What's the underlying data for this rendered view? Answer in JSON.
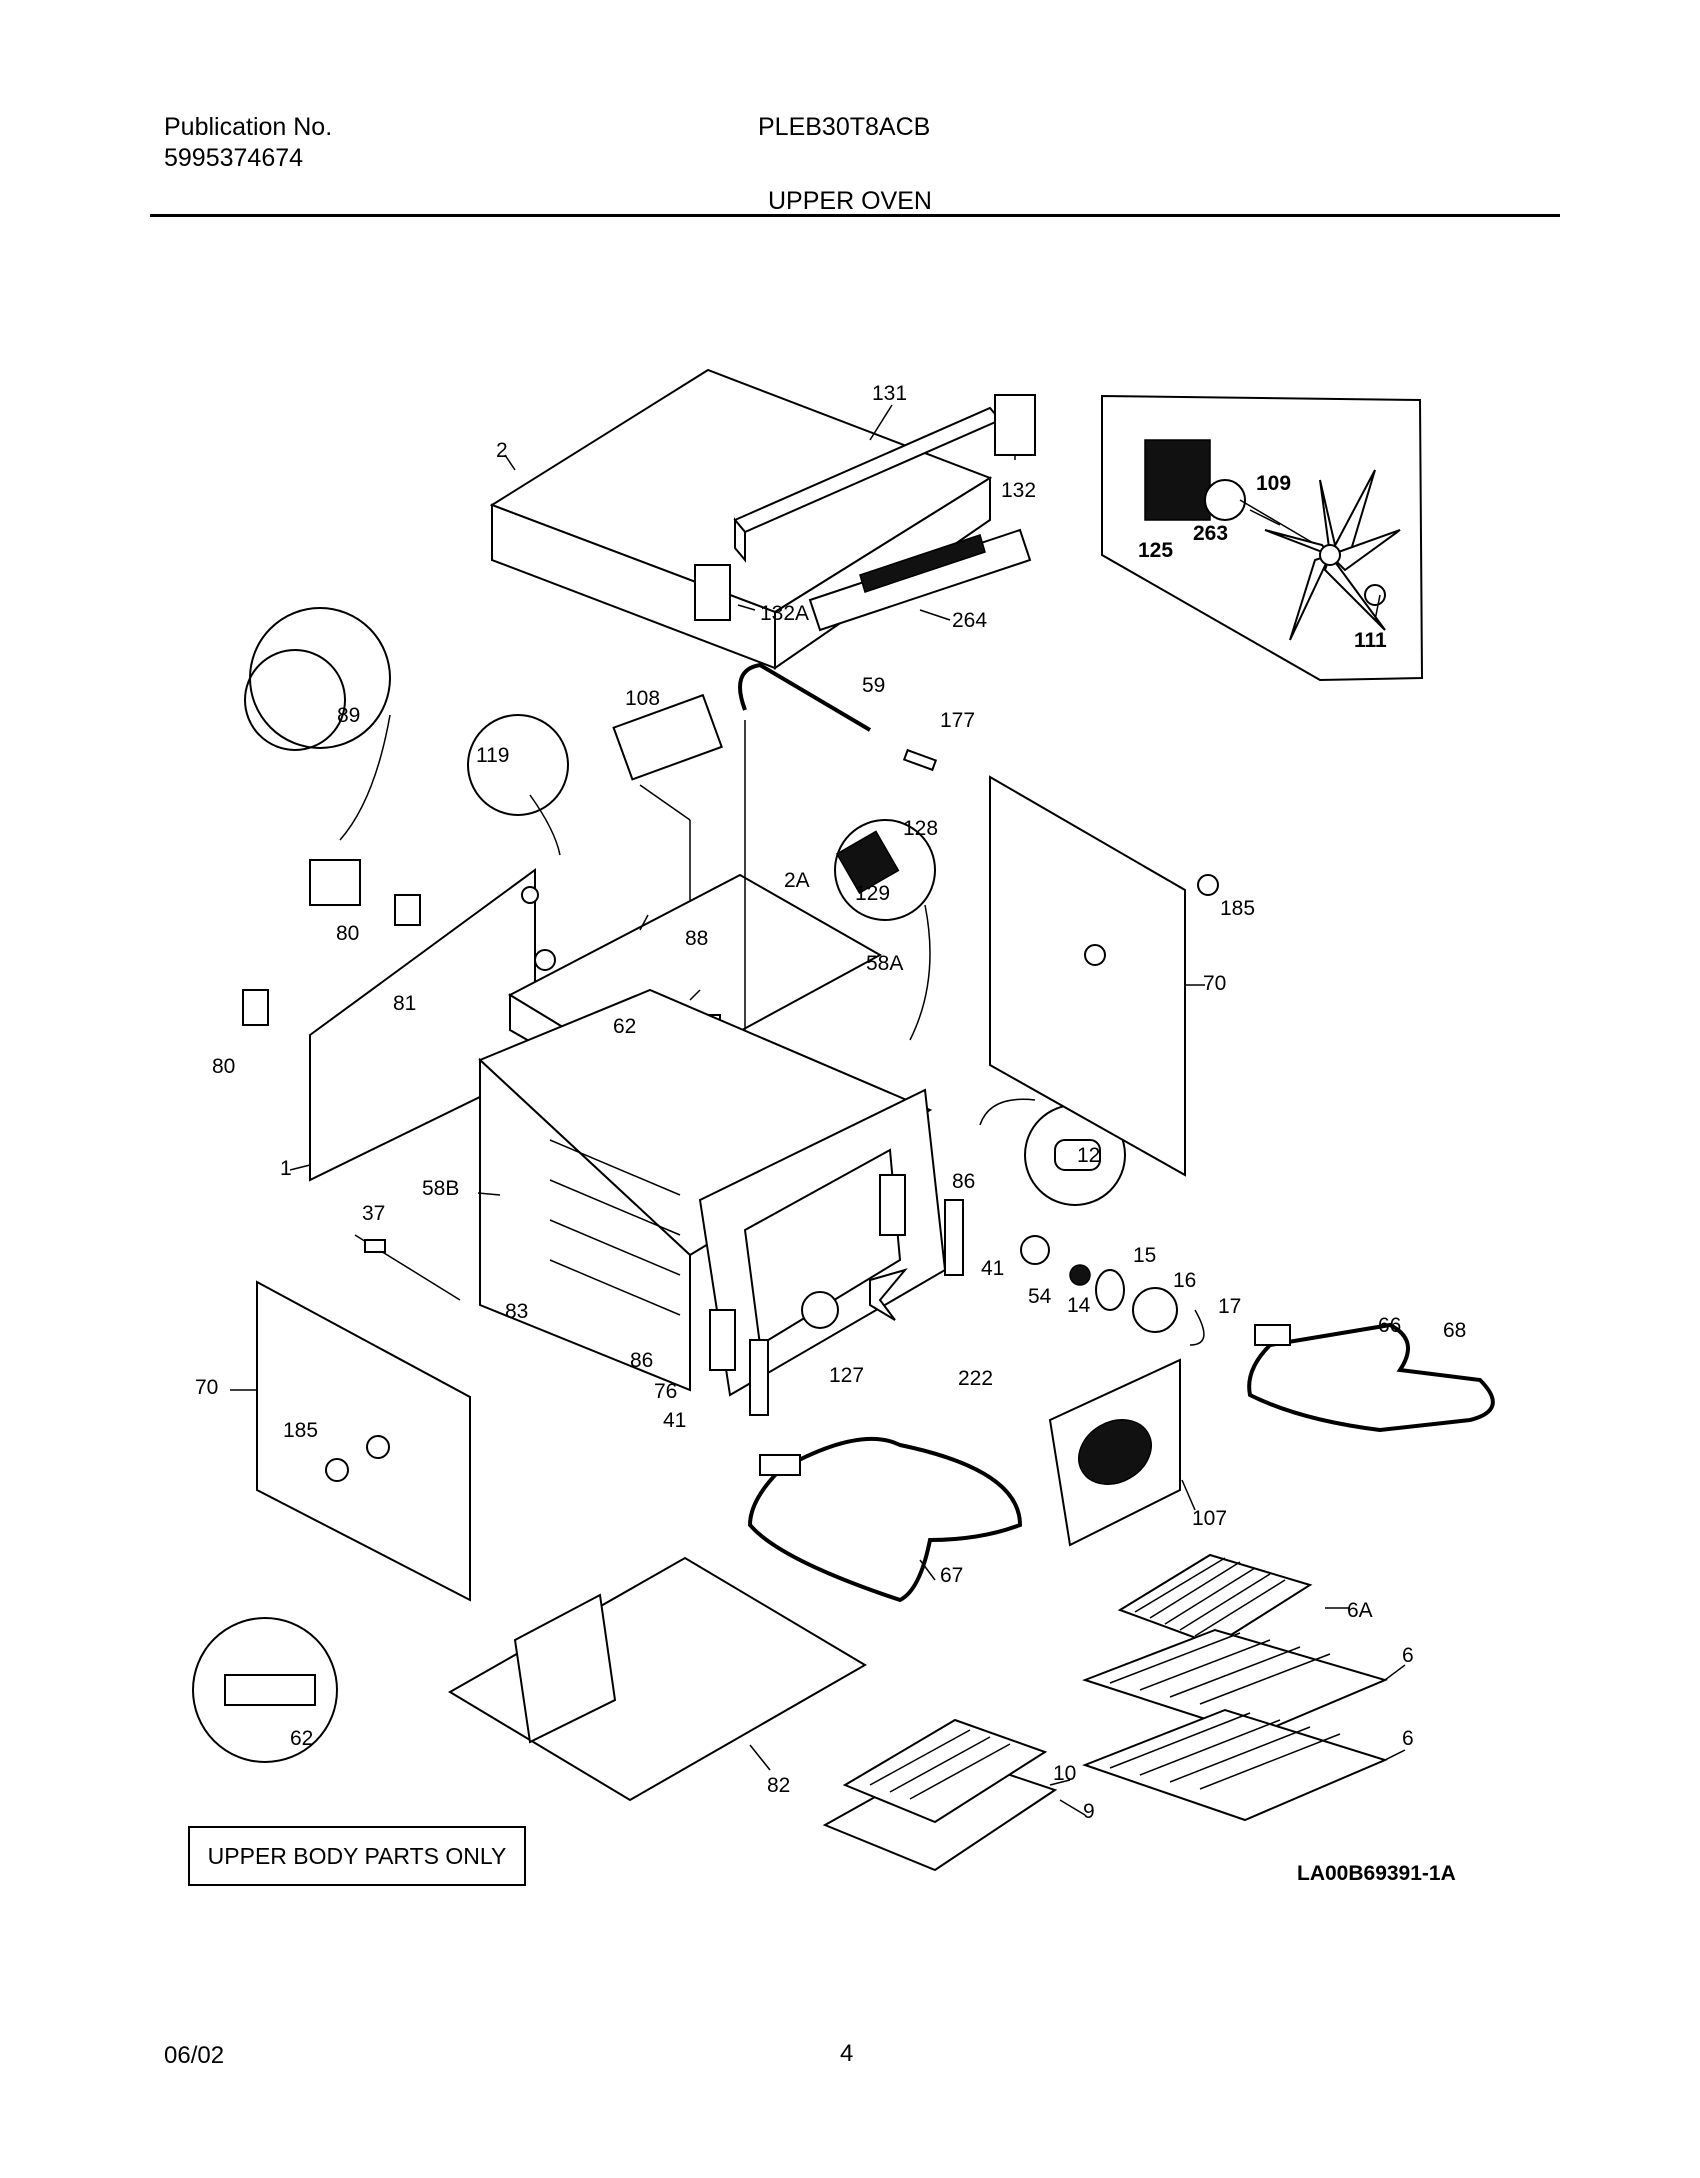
{
  "header": {
    "publication_label": "Publication No.",
    "publication_number": "5995374674",
    "model": "PLEB30T8ACB",
    "section_title": "UPPER OVEN"
  },
  "diagram": {
    "part_labels": [
      "2",
      "131",
      "132",
      "132A",
      "264",
      "125",
      "263",
      "109",
      "111",
      "89",
      "119",
      "108",
      "59",
      "177",
      "128",
      "129",
      "185",
      "2A",
      "80",
      "80",
      "81",
      "88",
      "58A",
      "62",
      "70",
      "1",
      "58B",
      "12",
      "86",
      "37",
      "83",
      "86",
      "41",
      "54",
      "15",
      "14",
      "16",
      "17",
      "66",
      "68",
      "76",
      "127",
      "222",
      "41",
      "70",
      "185",
      "107",
      "67",
      "6A",
      "6",
      "6",
      "10",
      "9",
      "82",
      "62"
    ],
    "reference_code": "LA00B69391-1A",
    "note": "UPPER BODY PARTS ONLY"
  },
  "footer": {
    "date": "06/02",
    "page": "4"
  }
}
